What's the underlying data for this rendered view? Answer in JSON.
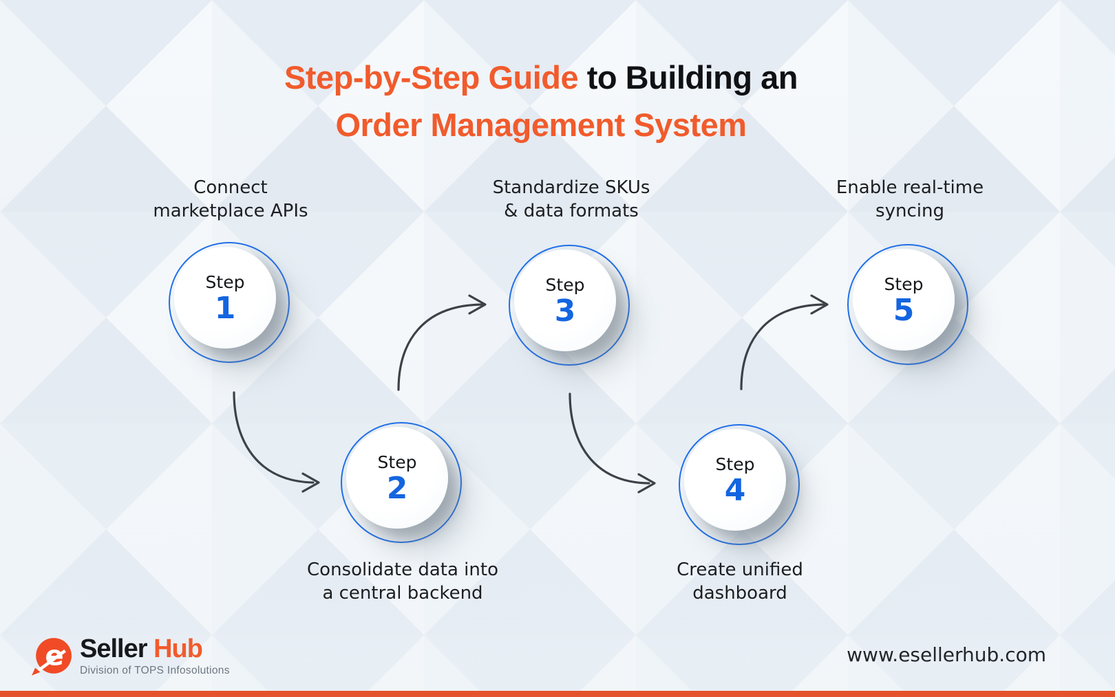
{
  "title": {
    "accent": "Step-by-Step Guide",
    "rest": "to Building an",
    "line2": "Order Management System"
  },
  "steps": [
    {
      "label": "Step",
      "number": "1",
      "caption_line1": "Connect",
      "caption_line2": "marketplace APIs"
    },
    {
      "label": "Step",
      "number": "2",
      "caption_line1": "Consolidate data into",
      "caption_line2": "a central backend"
    },
    {
      "label": "Step",
      "number": "3",
      "caption_line1": "Standardize SKUs",
      "caption_line2": "& data formats"
    },
    {
      "label": "Step",
      "number": "4",
      "caption_line1": "Create unified",
      "caption_line2": "dashboard"
    },
    {
      "label": "Step",
      "number": "5",
      "caption_line1": "Enable real-time",
      "caption_line2": "syncing"
    }
  ],
  "footer": {
    "logo_letter": "e",
    "brand_part1": "Seller",
    "brand_part2": "Hub",
    "tagline": "Division of TOPS Infosolutions",
    "website": "www.esellerhub.com"
  },
  "colors": {
    "accent_orange": "#f15b2c",
    "logo_orange": "#f04b26",
    "bottom_bar": "#e4532c",
    "ring_blue": "#2170e8",
    "number_blue": "#1465e0",
    "arrow": "#3c4247"
  }
}
